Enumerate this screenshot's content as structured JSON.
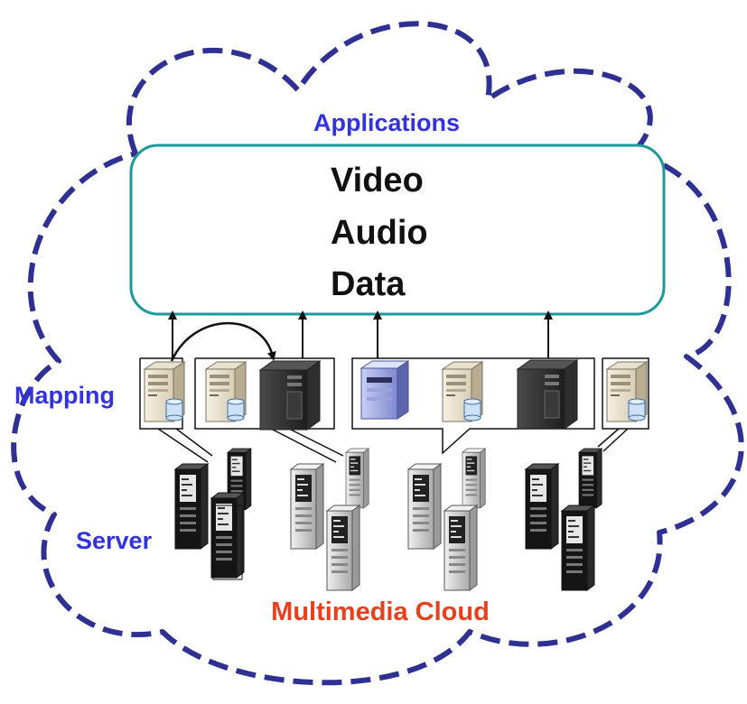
{
  "labels": {
    "applications": "Applications",
    "mapping": "Mapping",
    "server": "Server",
    "cloud": "Multimedia Cloud"
  },
  "media_types": [
    "Video",
    "Audio",
    "Data"
  ],
  "colors": {
    "cloud_outline": "#2e3192",
    "label_blue": "#3333dd",
    "label_red": "#e8401c",
    "app_box_border": "#1a9a9a",
    "arrow": "#111111"
  },
  "icons": {
    "mapping_nodes": [
      "beige-server-db-icon",
      "beige-server-db-icon",
      "dark-tower-server-icon",
      "blue-server-icon",
      "beige-server-db-icon",
      "dark-tower-server-icon",
      "beige-server-db-icon"
    ],
    "physical_servers": "rack-server-icon"
  }
}
